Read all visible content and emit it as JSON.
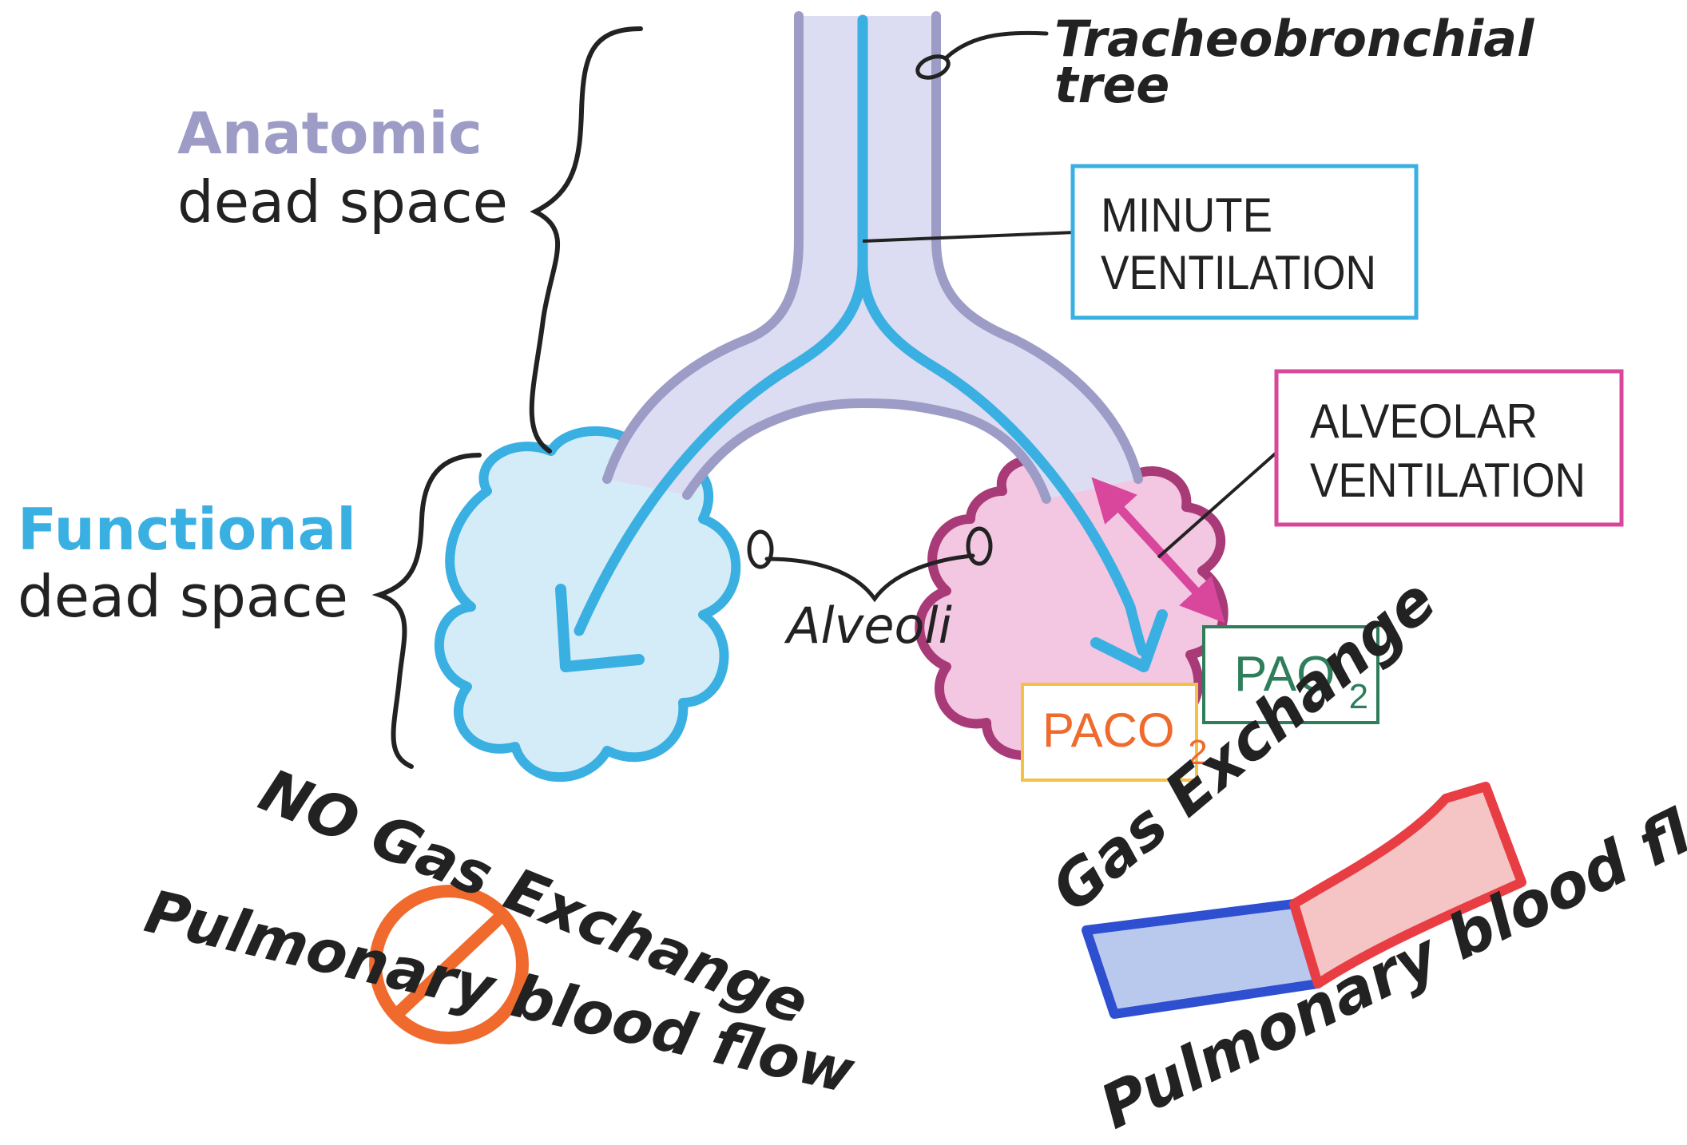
{
  "labels": {
    "trachea": [
      "Tracheobronchial",
      "tree"
    ],
    "anatomic_title": "Anatomic",
    "anatomic_sub": "dead space",
    "functional_title": "Functional",
    "functional_sub": "dead space",
    "minute": [
      "MINUTE",
      "VENTILATION"
    ],
    "alveolar": [
      "ALVEOLAR",
      "VENTILATION"
    ],
    "alveoli": "Alveoli",
    "pao2_main": "PAO",
    "pao2_sub": "2",
    "paco2_main": "PACO",
    "paco2_sub": "2",
    "no_gas": "NO Gas Exchange",
    "gas": "Gas Exchange",
    "pulm_left": "Pulmonary blood flow",
    "pulm_right": "Pulmonary blood flow"
  },
  "colors": {
    "airway_fill": "#dcdcf3",
    "airway_edge": "#9c9cc6",
    "anatomic": "#9c9cc6",
    "flow_blue": "#3ab0e2",
    "functional": "#3ab0e2",
    "left_alveolus_fill": "#d4ecf7",
    "right_alveolus_fill": "#f3c6e2",
    "right_alveolus_edge": "#a83a78",
    "alveolar_magenta": "#d9479c",
    "pao2_green": "#2e7d5b",
    "paco2_orange": "#ef6a2c",
    "paco2_border": "#f3c244",
    "blood_blue": "#2d4fd0",
    "blood_blue_fill": "#b9c9ee",
    "blood_red": "#e93d44",
    "blood_red_fill": "#f5c4c4",
    "forbidden": "#ef6a2c",
    "ink": "#222222"
  }
}
